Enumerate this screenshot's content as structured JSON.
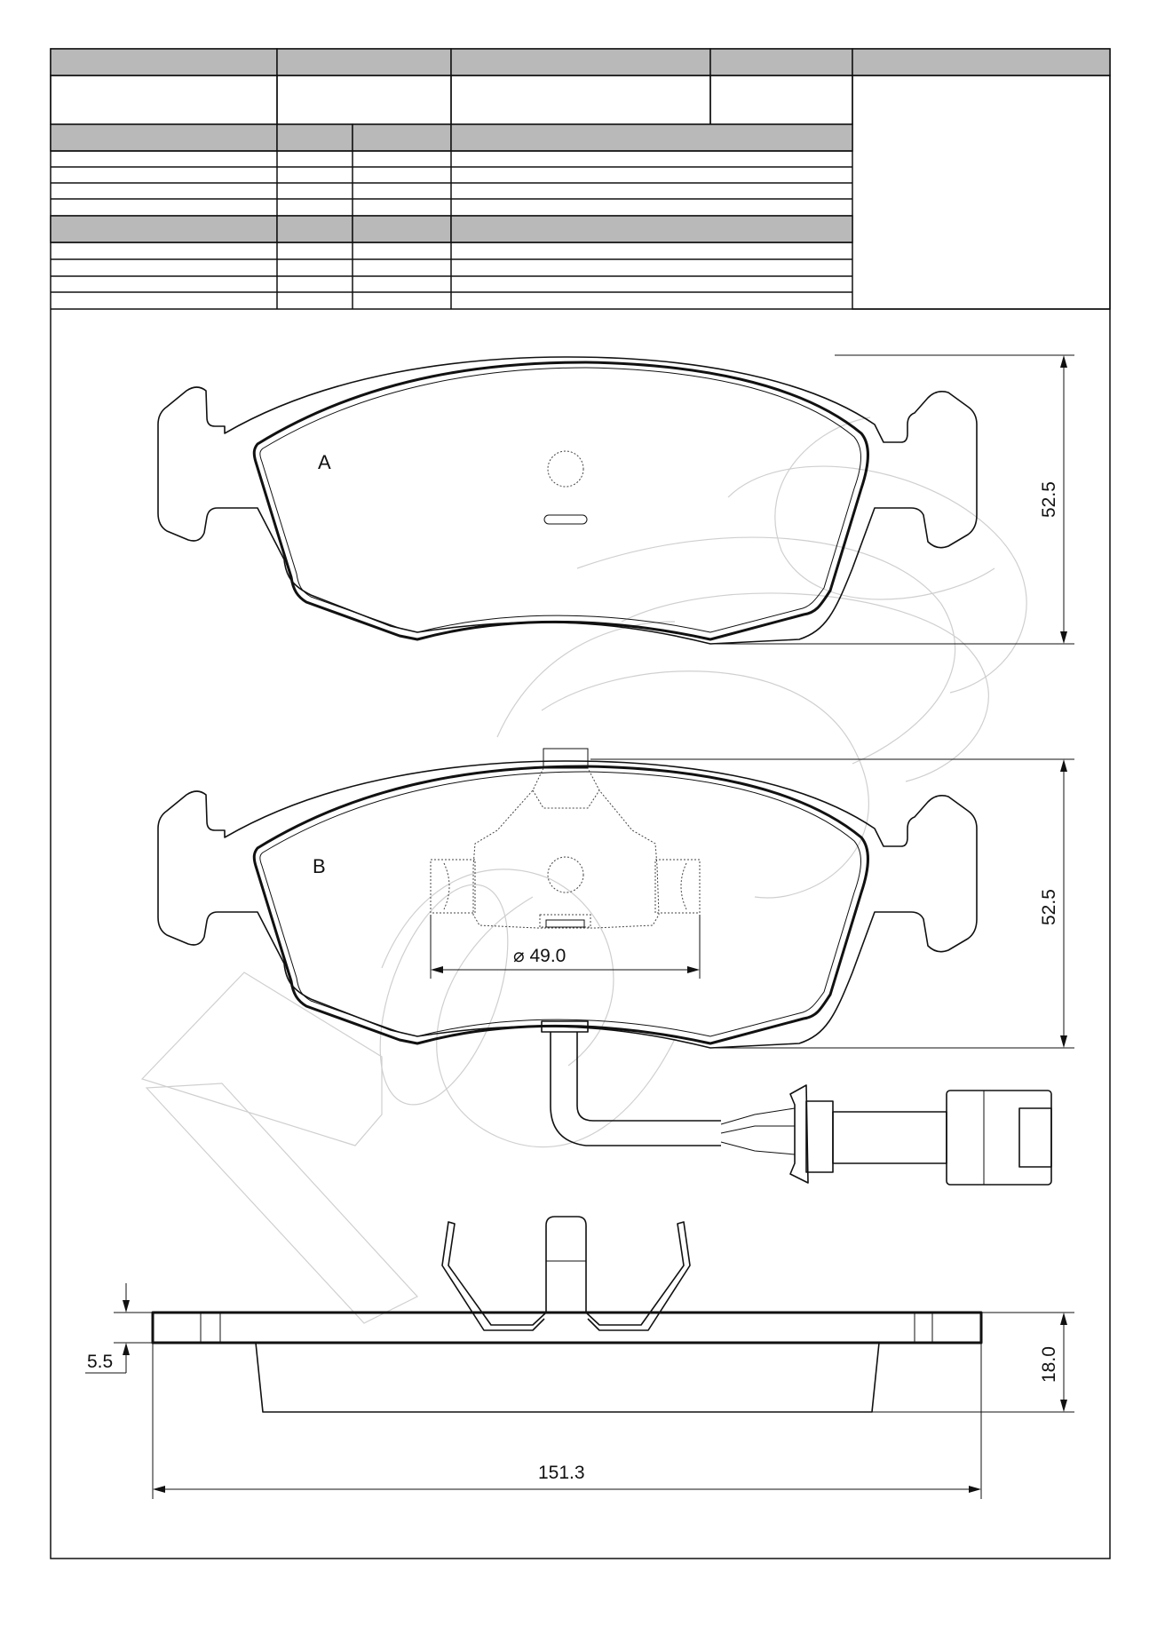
{
  "colors": {
    "header_fill": "#b9b9b9",
    "line": "#111111",
    "watermark": "#cfcfcf"
  },
  "views": {
    "a": {
      "label": "A",
      "height_dim": "52.5"
    },
    "b": {
      "label": "B",
      "height_dim": "52.5",
      "sensor_dim": "⌀ 49.0"
    }
  },
  "side_view": {
    "backplate_dim": "5.5",
    "thickness_dim": "18.0",
    "width_dim": "151.3"
  },
  "icons": [
    "wear-sensor-cable-icon",
    "connector-plug-icon",
    "retaining-spring-icon",
    "watermark-logo-icon"
  ]
}
